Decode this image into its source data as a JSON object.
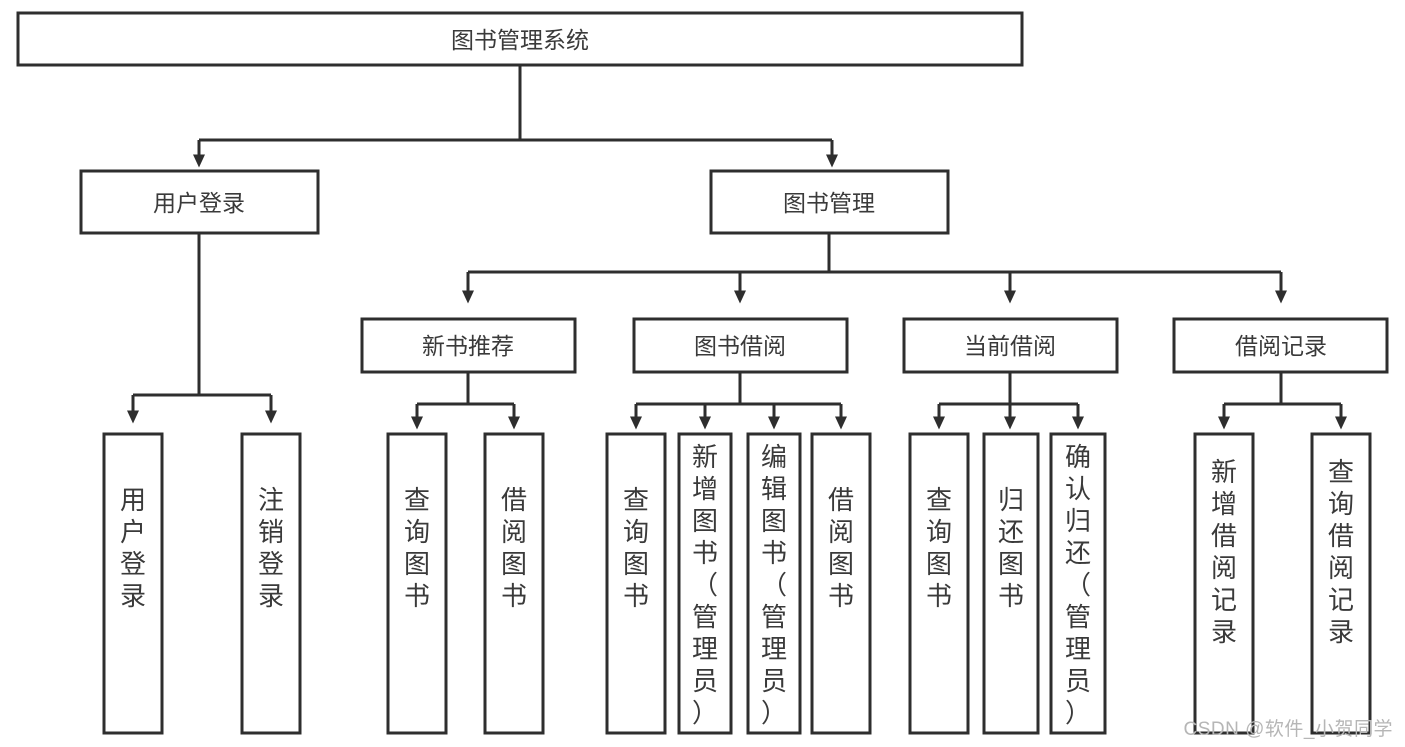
{
  "diagram": {
    "type": "tree",
    "title": "图书管理系统",
    "root": {
      "label": "图书管理系统"
    },
    "level2": [
      {
        "label": "用户登录"
      },
      {
        "label": "图书管理"
      }
    ],
    "level3": [
      {
        "label": "新书推荐"
      },
      {
        "label": "图书借阅"
      },
      {
        "label": "当前借阅"
      },
      {
        "label": "借阅记录"
      }
    ],
    "leaves_user_login": [
      {
        "label": "用户登录"
      },
      {
        "label": "注销登录"
      }
    ],
    "leaves_new_book": [
      {
        "label": "查询图书"
      },
      {
        "label": "借阅图书"
      }
    ],
    "leaves_borrow": [
      {
        "label": "查询图书"
      },
      {
        "label": "新增图书（管理员）"
      },
      {
        "label": "编辑图书（管理员）"
      },
      {
        "label": "借阅图书"
      }
    ],
    "leaves_current": [
      {
        "label": "查询图书"
      },
      {
        "label": "归还图书"
      },
      {
        "label": "确认归还（管理员）"
      }
    ],
    "leaves_records": [
      {
        "label": "新增借阅记录"
      },
      {
        "label": "查询借阅记录"
      }
    ]
  },
  "watermark": {
    "text": "CSDN @软件_小贺同学"
  },
  "colors": {
    "box_stroke": "#2e2e2e",
    "box_fill": "#ffffff",
    "text": "#3a3a3a",
    "background": "#ffffff",
    "watermark": "#b6b6b6"
  }
}
